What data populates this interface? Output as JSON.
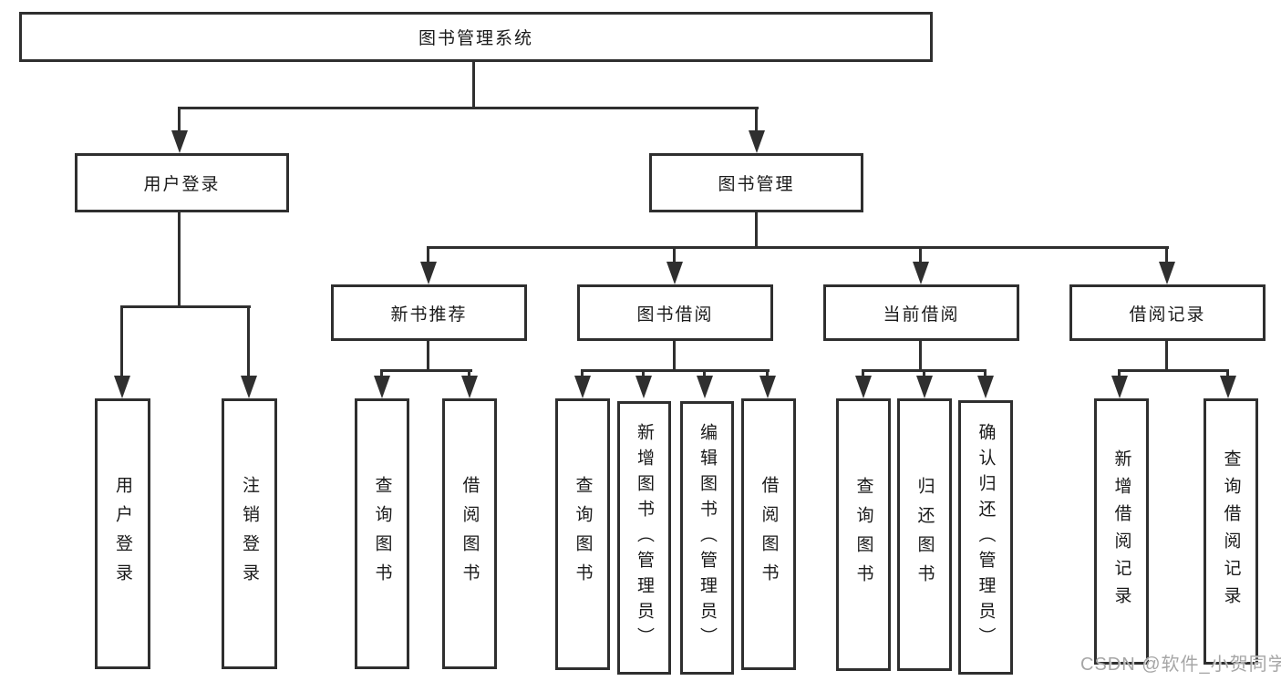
{
  "tree": {
    "label": "图书管理系统",
    "children": [
      {
        "label": "用户登录",
        "children": [
          {
            "label": "用户登录"
          },
          {
            "label": "注销登录"
          }
        ]
      },
      {
        "label": "图书管理",
        "children": [
          {
            "label": "新书推荐",
            "children": [
              {
                "label": "查询图书"
              },
              {
                "label": "借阅图书"
              }
            ]
          },
          {
            "label": "图书借阅",
            "children": [
              {
                "label": "查询图书"
              },
              {
                "label": "新增图书（管理员）"
              },
              {
                "label": "编辑图书（管理员）"
              },
              {
                "label": "借阅图书"
              }
            ]
          },
          {
            "label": "当前借阅",
            "children": [
              {
                "label": "查询图书"
              },
              {
                "label": "归还图书"
              },
              {
                "label": "确认归还（管理员）"
              }
            ]
          },
          {
            "label": "借阅记录",
            "children": [
              {
                "label": "新增借阅记录"
              },
              {
                "label": "查询借阅记录"
              }
            ]
          }
        ]
      }
    ]
  },
  "watermark": {
    "text": "CSDN @软件_小贺同学"
  },
  "colors": {
    "line": "#2f2f2f",
    "box_background": "#ffffff",
    "text": "#1a1a1a",
    "watermark": "#a6a6a6"
  },
  "diagram_type": "hierarchy-tree"
}
